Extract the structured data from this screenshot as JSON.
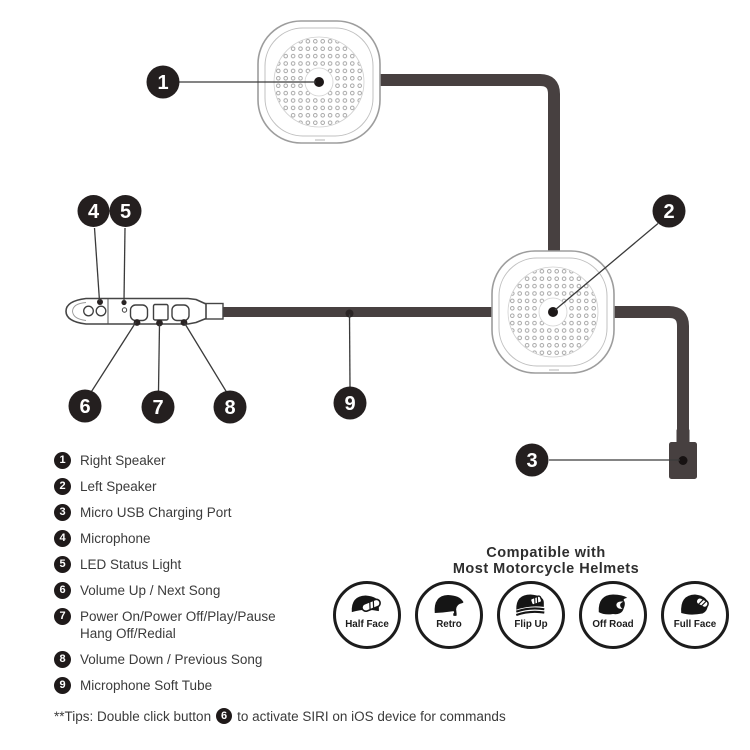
{
  "callout_numbers": [
    "1",
    "2",
    "3",
    "4",
    "5",
    "6",
    "7",
    "8",
    "9"
  ],
  "legend": {
    "items": [
      {
        "num": "1",
        "label": "Right Speaker"
      },
      {
        "num": "2",
        "label": "Left Speaker"
      },
      {
        "num": "3",
        "label": "Micro USB Charging Port"
      },
      {
        "num": "4",
        "label": "Microphone"
      },
      {
        "num": "5",
        "label": "LED Status Light"
      },
      {
        "num": "6",
        "label": "Volume Up / Next Song"
      },
      {
        "num": "7",
        "label": "Power On/Power Off/Play/Pause\nHang Off/Redial"
      },
      {
        "num": "8",
        "label": "Volume Down / Previous Song"
      },
      {
        "num": "9",
        "label": "Microphone Soft Tube"
      }
    ]
  },
  "tips": {
    "prefix": "**Tips: Double click button",
    "badge": "6",
    "suffix": "to activate SIRI on iOS device for commands"
  },
  "compatibility": {
    "title_line1": "Compatible with",
    "title_line2": "Most Motorcycle Helmets",
    "items": [
      {
        "label": "Half Face"
      },
      {
        "label": "Retro"
      },
      {
        "label": "Flip Up"
      },
      {
        "label": "Off Road"
      },
      {
        "label": "Full Face"
      }
    ]
  },
  "colors": {
    "badge_bg": "#1f1a1a",
    "cable": "#474040",
    "speaker_outline": "#9d9d9d",
    "text": "#3b3b3b"
  }
}
